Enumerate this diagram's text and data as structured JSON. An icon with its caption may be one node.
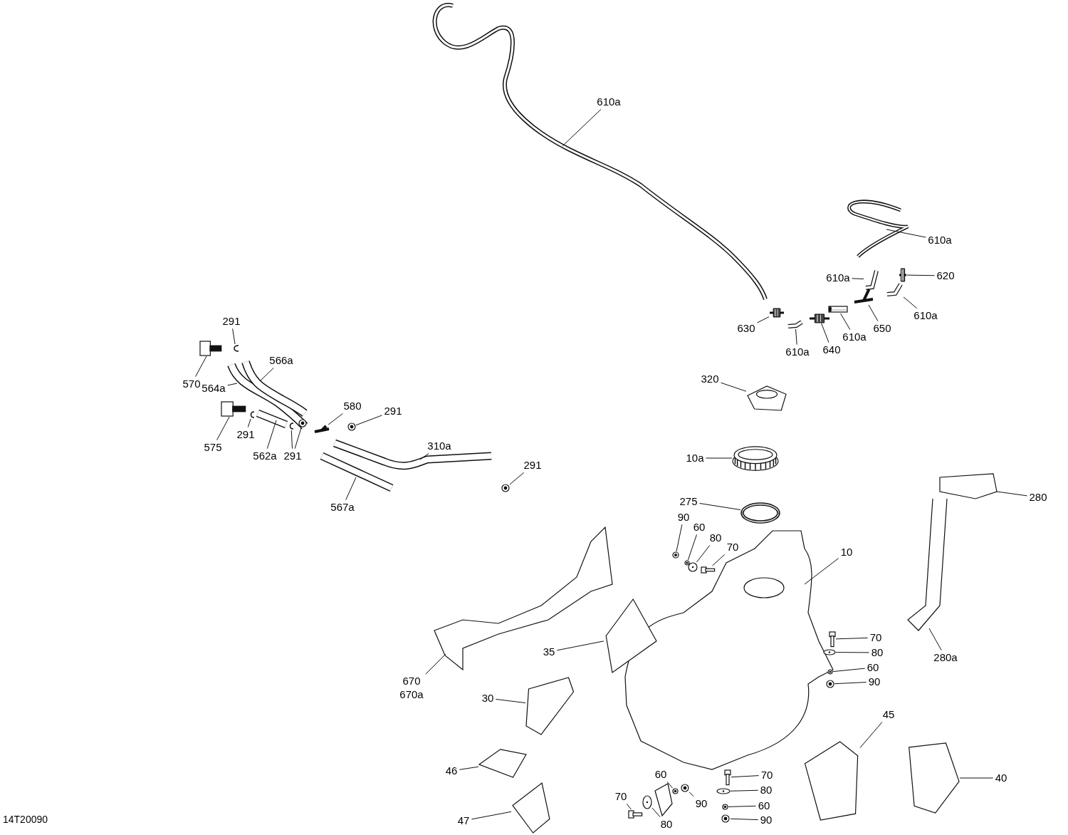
{
  "diagram": {
    "nodes": [
      {
        "text": [
          "610a"
        ]
      },
      {
        "text": [
          "610a"
        ]
      },
      {
        "text": [
          "610a"
        ]
      },
      {
        "text": [
          "620"
        ]
      },
      {
        "text": [
          "630"
        ]
      },
      {
        "text": [
          "610a"
        ]
      },
      {
        "text": [
          "640"
        ]
      },
      {
        "text": [
          "610a"
        ]
      },
      {
        "text": [
          "650"
        ]
      },
      {
        "text": [
          "610a"
        ]
      },
      {
        "text": [
          "291"
        ]
      },
      {
        "text": [
          "566a"
        ]
      },
      {
        "text": [
          "570"
        ]
      },
      {
        "text": [
          "564a"
        ]
      },
      {
        "text": [
          "580"
        ]
      },
      {
        "text": [
          "291"
        ]
      },
      {
        "text": [
          "575"
        ]
      },
      {
        "text": [
          "291"
        ]
      },
      {
        "text": [
          "562a"
        ]
      },
      {
        "text": [
          "291"
        ]
      },
      {
        "text": [
          "310a"
        ]
      },
      {
        "text": [
          "291"
        ]
      },
      {
        "text": [
          "567a"
        ]
      },
      {
        "text": [
          "320"
        ]
      },
      {
        "text": [
          "10a"
        ]
      },
      {
        "text": [
          "275"
        ]
      },
      {
        "text": [
          "90"
        ]
      },
      {
        "text": [
          "60"
        ]
      },
      {
        "text": [
          "80"
        ]
      },
      {
        "text": [
          "70"
        ]
      },
      {
        "text": [
          "10"
        ]
      },
      {
        "text": [
          "280"
        ]
      },
      {
        "text": [
          "70"
        ]
      },
      {
        "text": [
          "80"
        ]
      },
      {
        "text": [
          "60"
        ]
      },
      {
        "text": [
          "90"
        ]
      },
      {
        "text": [
          "280a"
        ]
      },
      {
        "text": [
          "35"
        ]
      },
      {
        "text": [
          "670",
          "670a"
        ]
      },
      {
        "text": [
          "30"
        ]
      },
      {
        "text": [
          "45"
        ]
      },
      {
        "text": [
          "46"
        ]
      },
      {
        "text": [
          "40"
        ]
      },
      {
        "text": [
          "60"
        ]
      },
      {
        "text": [
          "70"
        ]
      },
      {
        "text": [
          "90"
        ]
      },
      {
        "text": [
          "80"
        ]
      },
      {
        "text": [
          "70"
        ]
      },
      {
        "text": [
          "60"
        ]
      },
      {
        "text": [
          "80"
        ]
      },
      {
        "text": [
          "90"
        ]
      },
      {
        "text": [
          "47"
        ]
      },
      {
        "text": [],
        "shape": "picture"
      },
      {
        "text": [],
        "shape": "picture"
      },
      {
        "text": [],
        "shape": "picture"
      },
      {
        "text": [],
        "shape": "picture"
      },
      {
        "text": [],
        "shape": "picture"
      },
      {
        "text": [],
        "shape": "picture"
      },
      {
        "text": [],
        "shape": "picture"
      },
      {
        "text": [],
        "shape": "picture"
      },
      {
        "text": [],
        "shape": "picture"
      },
      {
        "text": [],
        "shape": "picture"
      },
      {
        "text": [],
        "shape": "picture"
      },
      {
        "text": [],
        "shape": "picture"
      },
      {
        "text": [],
        "shape": "picture"
      },
      {
        "text": [],
        "shape": "picture"
      },
      {
        "text": [],
        "shape": "picture"
      },
      {
        "text": [],
        "shape": "picture"
      },
      {
        "text": [],
        "shape": "picture"
      },
      {
        "text": [],
        "shape": "picture"
      },
      {
        "text": [],
        "shape": "picture"
      },
      {
        "text": [],
        "shape": "picture"
      },
      {
        "text": [],
        "shape": "picture"
      },
      {
        "text": [],
        "shape": "picture"
      },
      {
        "text": [],
        "shape": "picture"
      },
      {
        "text": [],
        "shape": "picture"
      },
      {
        "text": [],
        "shape": "picture"
      },
      {
        "text": [],
        "shape": "picture"
      },
      {
        "text": [],
        "shape": "picture"
      },
      {
        "text": [],
        "shape": "picture"
      },
      {
        "text": [],
        "shape": "picture"
      },
      {
        "text": [],
        "shape": "picture"
      },
      {
        "text": [],
        "shape": "picture"
      },
      {
        "text": [],
        "shape": "picture"
      },
      {
        "text": [],
        "shape": "picture"
      },
      {
        "text": [],
        "shape": "picture"
      },
      {
        "text": [],
        "shape": "picture"
      },
      {
        "text": [],
        "shape": "picture"
      },
      {
        "text": [],
        "shape": "picture"
      },
      {
        "text": [],
        "shape": "picture"
      },
      {
        "text": [],
        "shape": "picture"
      },
      {
        "text": [],
        "shape": "picture"
      },
      {
        "text": [],
        "shape": "picture"
      },
      {
        "text": [],
        "shape": "picture"
      }
    ],
    "edges": [
      {
        "from": 0,
        "to": null,
        "arrow": "none"
      },
      {
        "from": 1,
        "to": null,
        "arrow": "none"
      },
      {
        "from": 2,
        "to": 52,
        "arrow": "none"
      },
      {
        "from": 3,
        "to": 53,
        "arrow": "none"
      },
      {
        "from": 4,
        "to": 54,
        "arrow": "none"
      },
      {
        "from": 5,
        "to": 55,
        "arrow": "none"
      },
      {
        "from": 6,
        "to": 56,
        "arrow": "none"
      },
      {
        "from": 7,
        "to": 57,
        "arrow": "none"
      },
      {
        "from": 8,
        "to": 58,
        "arrow": "none"
      },
      {
        "from": 9,
        "to": 59,
        "arrow": "none"
      },
      {
        "from": 10,
        "to": 60,
        "arrow": "none"
      },
      {
        "from": 11,
        "to": null,
        "arrow": "none"
      },
      {
        "from": 12,
        "to": 61,
        "arrow": "none"
      },
      {
        "from": 13,
        "to": null,
        "arrow": "none"
      },
      {
        "from": 14,
        "to": 62,
        "arrow": "none"
      },
      {
        "from": 15,
        "to": 63,
        "arrow": "none"
      },
      {
        "from": 16,
        "to": 64,
        "arrow": "none"
      },
      {
        "from": 17,
        "to": 65,
        "arrow": "none"
      },
      {
        "from": 18,
        "to": null,
        "arrow": "none"
      },
      {
        "from": 19,
        "to": 66,
        "arrow": "none"
      },
      {
        "from": 19,
        "to": 67,
        "arrow": "none"
      },
      {
        "from": 20,
        "to": null,
        "arrow": "none"
      },
      {
        "from": 21,
        "to": 68,
        "arrow": "none"
      },
      {
        "from": 22,
        "to": null,
        "arrow": "none"
      },
      {
        "from": 23,
        "to": 69,
        "arrow": "none"
      },
      {
        "from": 24,
        "to": 70,
        "arrow": "none"
      },
      {
        "from": 25,
        "to": 71,
        "arrow": "none"
      },
      {
        "from": 26,
        "to": 72,
        "arrow": "none"
      },
      {
        "from": 27,
        "to": 73,
        "arrow": "none"
      },
      {
        "from": 28,
        "to": 74,
        "arrow": "none"
      },
      {
        "from": 29,
        "to": 75,
        "arrow": "none"
      },
      {
        "from": 30,
        "to": null,
        "arrow": "none"
      },
      {
        "from": 31,
        "to": null,
        "arrow": "none"
      },
      {
        "from": 32,
        "to": 76,
        "arrow": "none"
      },
      {
        "from": 33,
        "to": 77,
        "arrow": "none"
      },
      {
        "from": 34,
        "to": 78,
        "arrow": "none"
      },
      {
        "from": 35,
        "to": 79,
        "arrow": "none"
      },
      {
        "from": 36,
        "to": null,
        "arrow": "none"
      },
      {
        "from": 37,
        "to": 80,
        "arrow": "none"
      },
      {
        "from": 38,
        "to": null,
        "arrow": "none"
      },
      {
        "from": 39,
        "to": 81,
        "arrow": "none"
      },
      {
        "from": 40,
        "to": 82,
        "arrow": "none"
      },
      {
        "from": 41,
        "to": 83,
        "arrow": "none"
      },
      {
        "from": 42,
        "to": 84,
        "arrow": "none"
      },
      {
        "from": 43,
        "to": 85,
        "arrow": "none"
      },
      {
        "from": 44,
        "to": 86,
        "arrow": "none"
      },
      {
        "from": 45,
        "to": 87,
        "arrow": "none"
      },
      {
        "from": 46,
        "to": 88,
        "arrow": "none"
      },
      {
        "from": 47,
        "to": 89,
        "arrow": "none"
      },
      {
        "from": 48,
        "to": 90,
        "arrow": "none"
      },
      {
        "from": 49,
        "to": 91,
        "arrow": "none"
      },
      {
        "from": 50,
        "to": 92,
        "arrow": "none"
      },
      {
        "from": 51,
        "to": 93,
        "arrow": "none"
      }
    ],
    "labels": [
      "14T20090"
    ]
  }
}
